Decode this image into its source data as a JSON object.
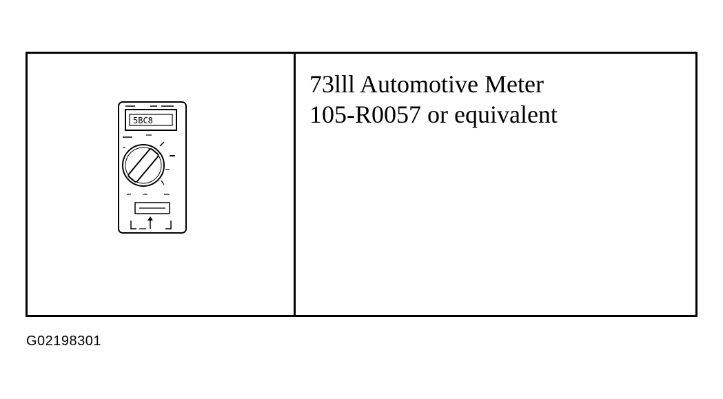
{
  "table": {
    "tool_name": "73lll Automotive Meter",
    "part_number": "105-R0057 or equivalent"
  },
  "figure": {
    "id": "G02198301"
  },
  "icons": {
    "meter": "multimeter-icon"
  }
}
